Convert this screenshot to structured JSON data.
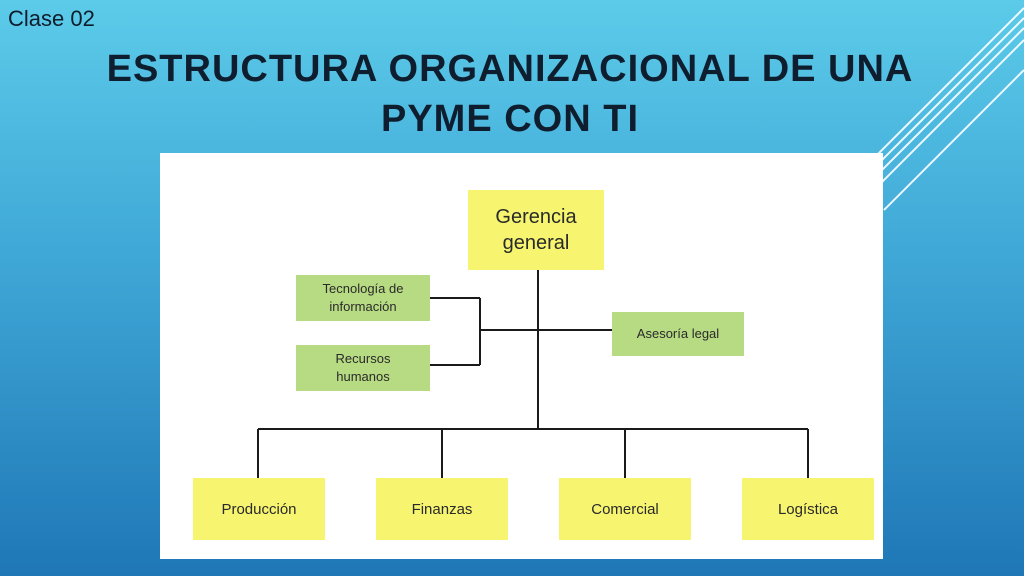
{
  "slide": {
    "class_label": "Clase 02",
    "title_line1": "ESTRUCTURA ORGANIZACIONAL DE UNA",
    "title_line2": "PYME CON TI"
  },
  "diagram": {
    "top": "Gerencia general",
    "staff_left": [
      "Tecnología de información",
      "Recursos humanos"
    ],
    "staff_right": "Asesoría legal",
    "departments": [
      "Producción",
      "Finanzas",
      "Comercial",
      "Logística"
    ]
  },
  "colors": {
    "top_box": "#f7f570",
    "staff_box": "#b7db82",
    "department_box": "#f7f570"
  }
}
